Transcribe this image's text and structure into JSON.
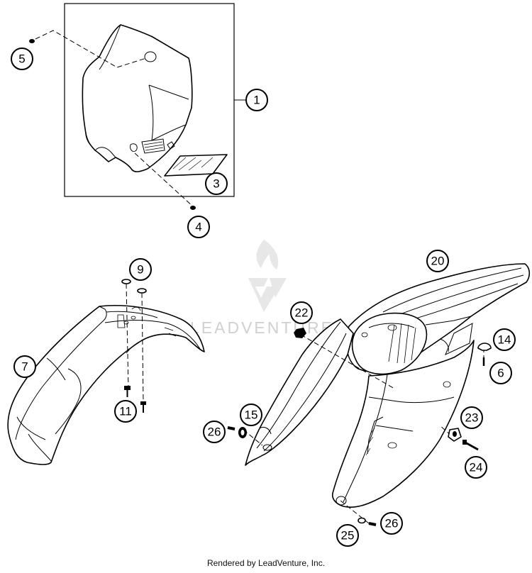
{
  "callouts": {
    "c1": "1",
    "c3": "3",
    "c4": "4",
    "c5": "5",
    "c6": "6",
    "c7": "7",
    "c9": "9",
    "c11": "11",
    "c14": "14",
    "c15": "15",
    "c20": "20",
    "c22": "22",
    "c23": "23",
    "c24": "24",
    "c25": "25",
    "c26a": "26",
    "c26b": "26"
  },
  "watermark": {
    "brand": "LEADVENTURE"
  },
  "footer": {
    "text": "Rendered by LeadVenture, Inc."
  }
}
